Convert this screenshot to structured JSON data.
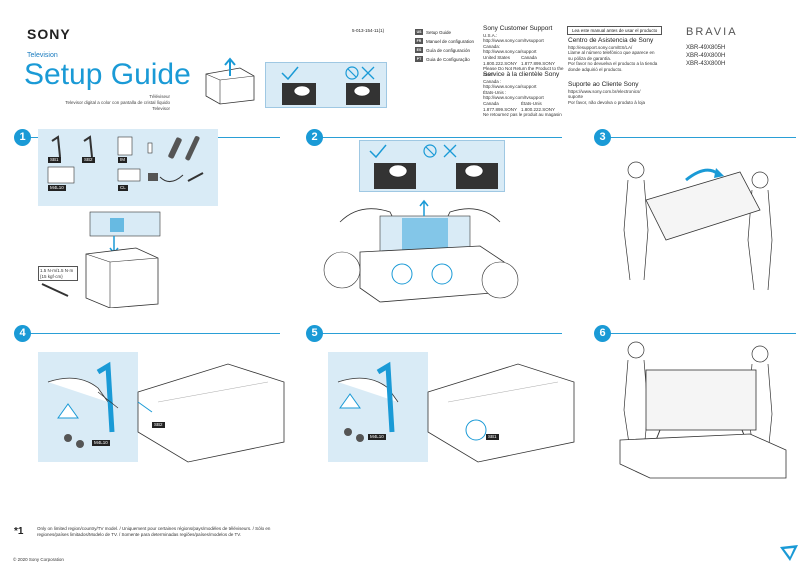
{
  "header": {
    "brand": "SONY",
    "product": "Television",
    "title": "Setup Guide",
    "subtitle1": "Téléviseur",
    "subtitle2": "Televisor digital a color con pantalla de cristal líquido",
    "subtitle3": "Televisor",
    "doc_number": "5-013-154-11(1)"
  },
  "languages": [
    {
      "code": "US",
      "label": "Setup Guide"
    },
    {
      "code": "FR",
      "label": "Manuel de configuration"
    },
    {
      "code": "ES",
      "label": "Guía de configuración"
    },
    {
      "code": "PT",
      "label": "Guia de Configuração"
    }
  ],
  "support_en": {
    "heading": "Sony Customer Support",
    "l1": "U.S.A.:",
    "l2": "http://www.sony.com/tvsupport",
    "l3": "Canada:",
    "l4": "http://www.sony.ca/support",
    "us_label": "United States",
    "us_phone": "1.800.222.SONY",
    "ca_label": "Canada",
    "ca_phone": "1.877.899.SONY",
    "note": "Please Do Not Return the Product to the Store"
  },
  "support_fr": {
    "heading": "Service à la clientèle Sony",
    "l1": "Canada :",
    "l2": "http://www.sony.ca/support",
    "l3": "États-Unis :",
    "l4": "http://www.sony.com/tvsupport",
    "ca_label": "Canada",
    "ca_phone": "1.877.899.SONY",
    "us_label": "États-Unis",
    "us_phone": "1.800.222.SONY",
    "note": "Ne retournez pas le produit au magasin"
  },
  "support_es": {
    "box": "Lea este manual antes de usar el producto",
    "heading": "Centro de Asistencia de Sony",
    "l1": "http://esupport.sony.com/ES/LA/",
    "l2": "Llame al número telefónico que aparece en",
    "l3": "su póliza de garantía.",
    "l4": "Por favor no devuelva el producto a la tienda",
    "l5": "donde adquirió el producto."
  },
  "support_pt": {
    "heading": "Suporte ao Cliente Sony",
    "l1": "https://www.sony.com.br/electronics/",
    "l2": "suporte",
    "l3": "Por favor, não devolva o produto à loja"
  },
  "brand_right": "BRAVIA",
  "models": [
    "XBR-49X805H",
    "XBR-49X800H",
    "XBR-43X800H"
  ],
  "steps": [
    "1",
    "2",
    "3",
    "4",
    "5",
    "6"
  ],
  "parts": {
    "sb1": "SB1",
    "sb2": "SB2",
    "m4l10": "M4L10",
    "cl": "CL",
    "im": "IM"
  },
  "torque": {
    "l1": "1.5 N·m/1.5 N·m",
    "l2": "{15 kgf·cm}"
  },
  "step4_labels": {
    "screw": "M4L10",
    "stand": "SB2"
  },
  "step5_labels": {
    "screw": "M4L10",
    "stand": "SB1"
  },
  "footnote": {
    "mark": "*1",
    "text": "Only on limited region/country/TV model. / Uniquement pour certaines régions/pays/modèles de téléviseurs. / Sólo en regiones/países limitados/Modelo de TV. / Somente para determinadas regiões/países/modelos de TV."
  },
  "copyright": "© 2020 Sony Corporation"
}
